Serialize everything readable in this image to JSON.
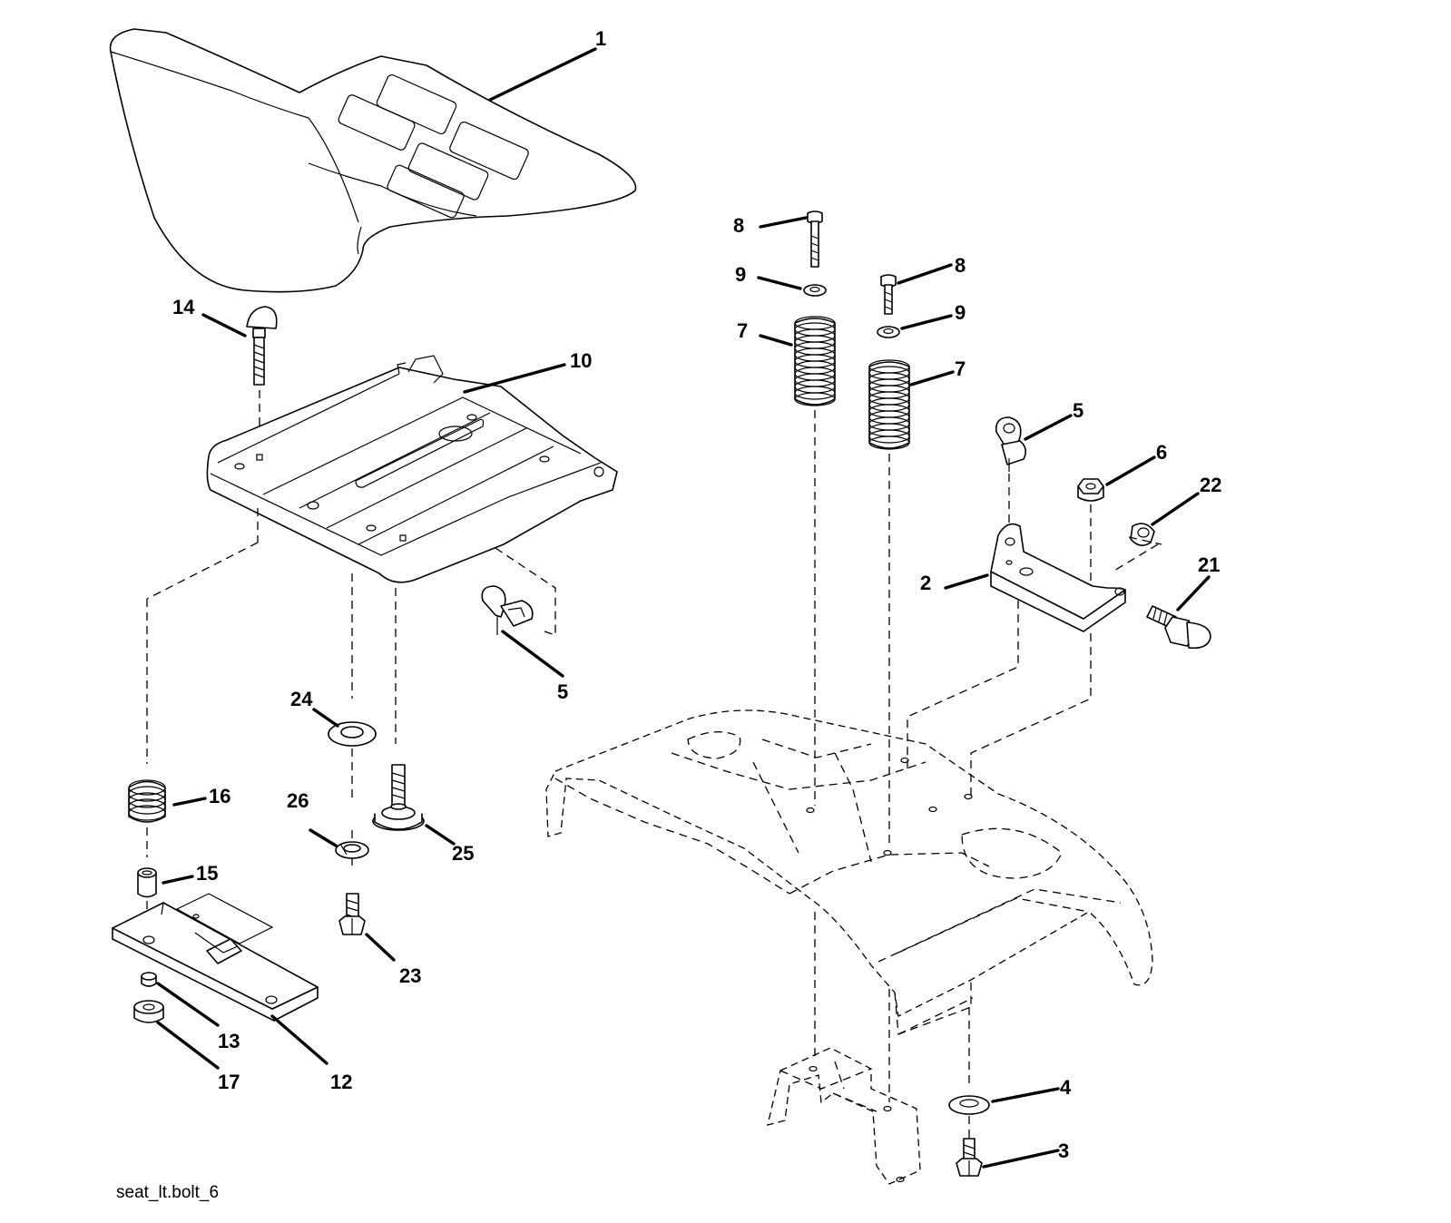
{
  "diagram": {
    "caption": "seat_lt.bolt_6",
    "callouts": [
      {
        "id": "c1",
        "label": "1"
      },
      {
        "id": "c14",
        "label": "14"
      },
      {
        "id": "c10",
        "label": "10"
      },
      {
        "id": "c5a",
        "label": "5"
      },
      {
        "id": "c24",
        "label": "24"
      },
      {
        "id": "c16",
        "label": "16"
      },
      {
        "id": "c26",
        "label": "26"
      },
      {
        "id": "c25",
        "label": "25"
      },
      {
        "id": "c15",
        "label": "15"
      },
      {
        "id": "c23",
        "label": "23"
      },
      {
        "id": "c13",
        "label": "13"
      },
      {
        "id": "c17",
        "label": "17"
      },
      {
        "id": "c12",
        "label": "12"
      },
      {
        "id": "c8a",
        "label": "8"
      },
      {
        "id": "c9a",
        "label": "9"
      },
      {
        "id": "c7a",
        "label": "7"
      },
      {
        "id": "c8b",
        "label": "8"
      },
      {
        "id": "c9b",
        "label": "9"
      },
      {
        "id": "c7b",
        "label": "7"
      },
      {
        "id": "c5b",
        "label": "5"
      },
      {
        "id": "c6",
        "label": "6"
      },
      {
        "id": "c22",
        "label": "22"
      },
      {
        "id": "c2",
        "label": "2"
      },
      {
        "id": "c21",
        "label": "21"
      },
      {
        "id": "c4",
        "label": "4"
      },
      {
        "id": "c3",
        "label": "3"
      }
    ]
  }
}
